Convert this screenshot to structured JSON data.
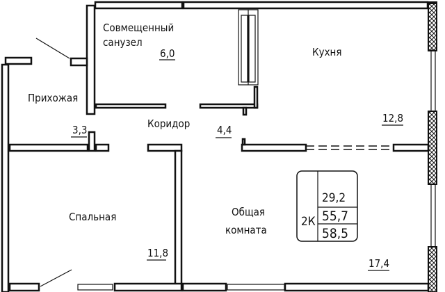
{
  "rooms": {
    "bathroom": {
      "name_line1": "Совмещенный",
      "name_line2": "санузел",
      "area": "6,0"
    },
    "kitchen": {
      "name": "Кухня",
      "area": "12,8"
    },
    "hallway": {
      "name": "Прихожая",
      "area": "3,3"
    },
    "corridor": {
      "name": "Коридор",
      "area": "4,4"
    },
    "bedroom": {
      "name": "Спальная",
      "area": "11,8"
    },
    "living": {
      "name_line1": "Общая",
      "name_line2": "комната",
      "area": "17,4"
    }
  },
  "summary": {
    "type": "2К",
    "living_area": "29,2",
    "total_area": "55,7",
    "total_with_balcony": "58,5"
  }
}
